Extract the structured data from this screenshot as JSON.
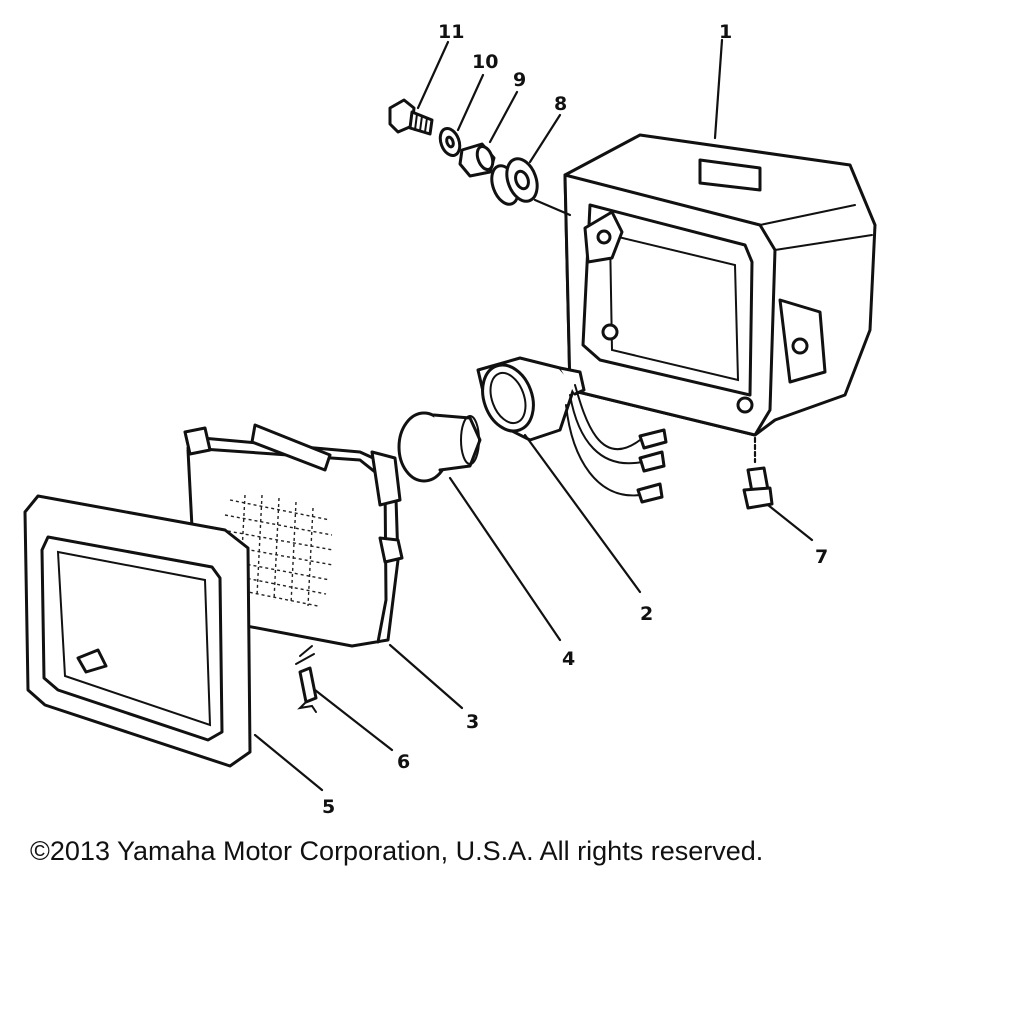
{
  "diagram": {
    "callouts": [
      "1",
      "2",
      "3",
      "4",
      "5",
      "6",
      "7",
      "8",
      "9",
      "10",
      "11"
    ]
  },
  "footer": {
    "copyright": "©2013 Yamaha Motor Corporation, U.S.A. All rights reserved."
  }
}
